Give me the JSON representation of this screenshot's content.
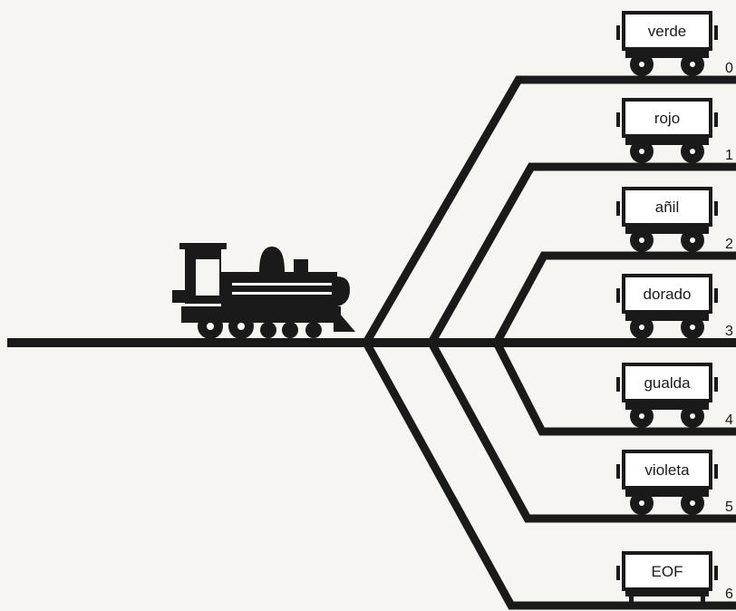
{
  "colors": {
    "ink": "#1a1a1a",
    "paper": "#f6f5f1",
    "wagon_fill": "#ffffff"
  },
  "wagons": [
    {
      "label": "verde",
      "number": "0"
    },
    {
      "label": "rojo",
      "number": "1"
    },
    {
      "label": "añil",
      "number": "2"
    },
    {
      "label": "dorado",
      "number": "3"
    },
    {
      "label": "gualda",
      "number": "4"
    },
    {
      "label": "violeta",
      "number": "5"
    },
    {
      "label": "EOF",
      "number": "6"
    }
  ]
}
